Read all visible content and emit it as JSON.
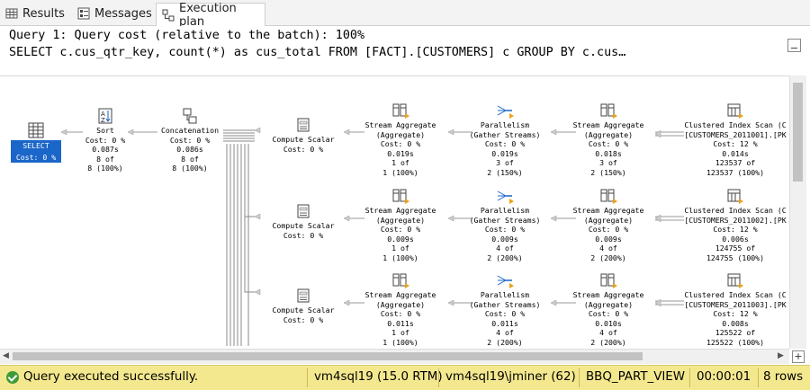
{
  "tabs": [
    {
      "label": "Results",
      "icon": "grid-icon",
      "active": false
    },
    {
      "label": "Messages",
      "icon": "messages-icon",
      "active": false
    },
    {
      "label": "Execution plan",
      "icon": "plan-icon",
      "active": true
    }
  ],
  "query": {
    "line1": "Query 1: Query cost (relative to the batch): 100%",
    "line2": "SELECT c.cus_qtr_key, count(*) as cus_total FROM [FACT].[CUSTOMERS] c GROUP BY c.cus…"
  },
  "plan": {
    "select": {
      "name": "SELECT",
      "cost": "Cost: 0 %"
    },
    "sort": {
      "name": "Sort",
      "cost": "Cost: 0 %",
      "time": "0.087s",
      "rows": "8 of",
      "est": "8 (100%)"
    },
    "concat": {
      "name": "Concatenation",
      "cost": "Cost: 0 %",
      "time": "0.086s",
      "rows": "8 of",
      "est": "8 (100%)"
    },
    "branches": [
      {
        "compute": {
          "name": "Compute Scalar",
          "cost": "Cost: 0 %"
        },
        "agg1": {
          "name": "Stream Aggregate",
          "sub": "(Aggregate)",
          "cost": "Cost: 0 %",
          "time": "0.019s",
          "rows": "1 of",
          "est": "1 (100%)"
        },
        "par": {
          "name": "Parallelism",
          "sub": "(Gather Streams)",
          "cost": "Cost: 0 %",
          "time": "0.019s",
          "rows": "3 of",
          "est": "2 (150%)"
        },
        "agg2": {
          "name": "Stream Aggregate",
          "sub": "(Aggregate)",
          "cost": "Cost: 0 %",
          "time": "0.018s",
          "rows": "3 of",
          "est": "2 (150%)"
        },
        "scan": {
          "name": "Clustered Index Scan (C",
          "sub": "[CUSTOMERS_2011001].[PK",
          "cost": "Cost: 12 %",
          "time": "0.014s",
          "rows": "123537 of",
          "est": "123537 (100%)"
        }
      },
      {
        "compute": {
          "name": "Compute Scalar",
          "cost": "Cost: 0 %"
        },
        "agg1": {
          "name": "Stream Aggregate",
          "sub": "(Aggregate)",
          "cost": "Cost: 0 %",
          "time": "0.009s",
          "rows": "1 of",
          "est": "1 (100%)"
        },
        "par": {
          "name": "Parallelism",
          "sub": "(Gather Streams)",
          "cost": "Cost: 0 %",
          "time": "0.009s",
          "rows": "4 of",
          "est": "2 (200%)"
        },
        "agg2": {
          "name": "Stream Aggregate",
          "sub": "(Aggregate)",
          "cost": "Cost: 0 %",
          "time": "0.009s",
          "rows": "4 of",
          "est": "2 (200%)"
        },
        "scan": {
          "name": "Clustered Index Scan (C",
          "sub": "[CUSTOMERS_2011002].[PK",
          "cost": "Cost: 12 %",
          "time": "0.006s",
          "rows": "124755 of",
          "est": "124755 (100%)"
        }
      },
      {
        "compute": {
          "name": "Compute Scalar",
          "cost": "Cost: 0 %"
        },
        "agg1": {
          "name": "Stream Aggregate",
          "sub": "(Aggregate)",
          "cost": "Cost: 0 %",
          "time": "0.011s",
          "rows": "1 of",
          "est": "1 (100%)"
        },
        "par": {
          "name": "Parallelism",
          "sub": "(Gather Streams)",
          "cost": "Cost: 0 %",
          "time": "0.011s",
          "rows": "4 of",
          "est": "2 (200%)"
        },
        "agg2": {
          "name": "Stream Aggregate",
          "sub": "(Aggregate)",
          "cost": "Cost: 0 %",
          "time": "0.010s",
          "rows": "4 of",
          "est": "2 (200%)"
        },
        "scan": {
          "name": "Clustered Index Scan (C",
          "sub": "[CUSTOMERS_2011003].[PK",
          "cost": "Cost: 12 %",
          "time": "0.008s",
          "rows": "125522 of",
          "est": "125522 (100%)"
        }
      }
    ]
  },
  "status": {
    "message": "Query executed successfully.",
    "server": "vm4sql19 (15.0 RTM)",
    "user": "vm4sql19\\jminer (62)",
    "database": "BBQ_PART_VIEW",
    "elapsed": "00:00:01",
    "rows": "8 rows"
  },
  "colors": {
    "selection": "#1b66c9",
    "status_bar": "#f4e88f",
    "success": "#3f9b3a"
  }
}
